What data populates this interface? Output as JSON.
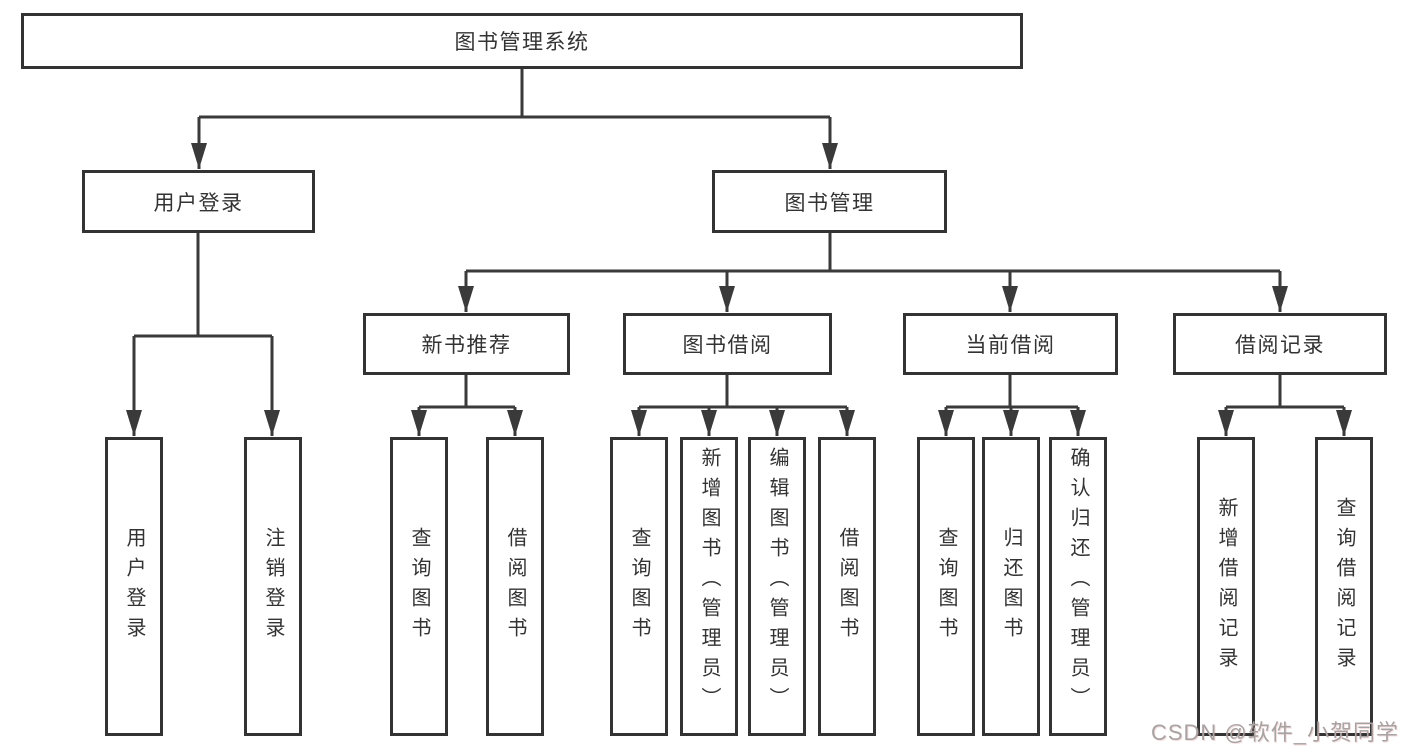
{
  "colors": {
    "bg": "#ffffff",
    "line": "#3a3a3a",
    "box-border": "#333333",
    "text": "#333333",
    "watermark": "#a7a3a3"
  },
  "diagram": {
    "root": "图书管理系统",
    "branches": {
      "user_login": "用户登录",
      "book_mgmt": "图书管理"
    },
    "modules": {
      "new_book_rec": "新书推荐",
      "book_borrow": "图书借阅",
      "current_borrow": "当前借阅",
      "borrow_record": "借阅记录"
    },
    "leaves": {
      "user_login_login": "用户登录",
      "user_login_logout": "注销登录",
      "nbr_query_books": "查询图书",
      "nbr_borrow_books": "借阅图书",
      "bb_query_books": "查询图书",
      "bb_add_books": "新增图书（管理员）",
      "bb_edit_books": "编辑图书（管理员）",
      "bb_borrow_books": "借阅图书",
      "cb_query_books": "查询图书",
      "cb_return_books": "归还图书",
      "cb_confirm_return": "确认归还（管理员）",
      "br_add_record": "新增借阅记录",
      "br_query_record": "查询借阅记录"
    }
  },
  "watermark": {
    "text": "CSDN @软件_小贺同学"
  }
}
